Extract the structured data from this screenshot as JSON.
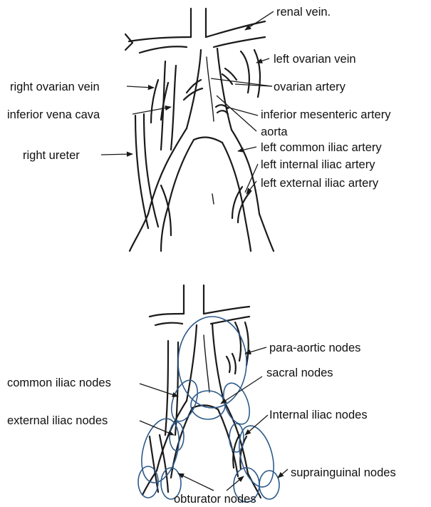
{
  "top_diagram": {
    "labels": {
      "renal_vein": "renal vein.",
      "left_ovarian_vein": "left ovarian vein",
      "right_ovarian_vein": "right ovarian vein",
      "ovarian_artery": "ovarian artery",
      "inferior_vena_cava": "inferior vena cava",
      "inferior_mesenteric_artery": "inferior mesenteric artery",
      "aorta": "aorta",
      "right_ureter": "right ureter",
      "left_common_iliac_artery": "left common iliac artery",
      "left_internal_iliac_artery": "left internal iliac artery",
      "left_external_iliac_artery": "left external iliac artery"
    }
  },
  "bottom_diagram": {
    "labels": {
      "para_aortic_nodes": "para-aortic nodes",
      "sacral_nodes": "sacral nodes",
      "common_iliac_nodes": "common iliac nodes",
      "external_iliac_nodes": "external iliac nodes",
      "internal_iliac_nodes": "Internal iliac nodes",
      "suprainguinal_nodes": "suprainguinal nodes",
      "obturator_nodes": "obturator nodes"
    },
    "node_outline_color": "#2e5a8a"
  }
}
